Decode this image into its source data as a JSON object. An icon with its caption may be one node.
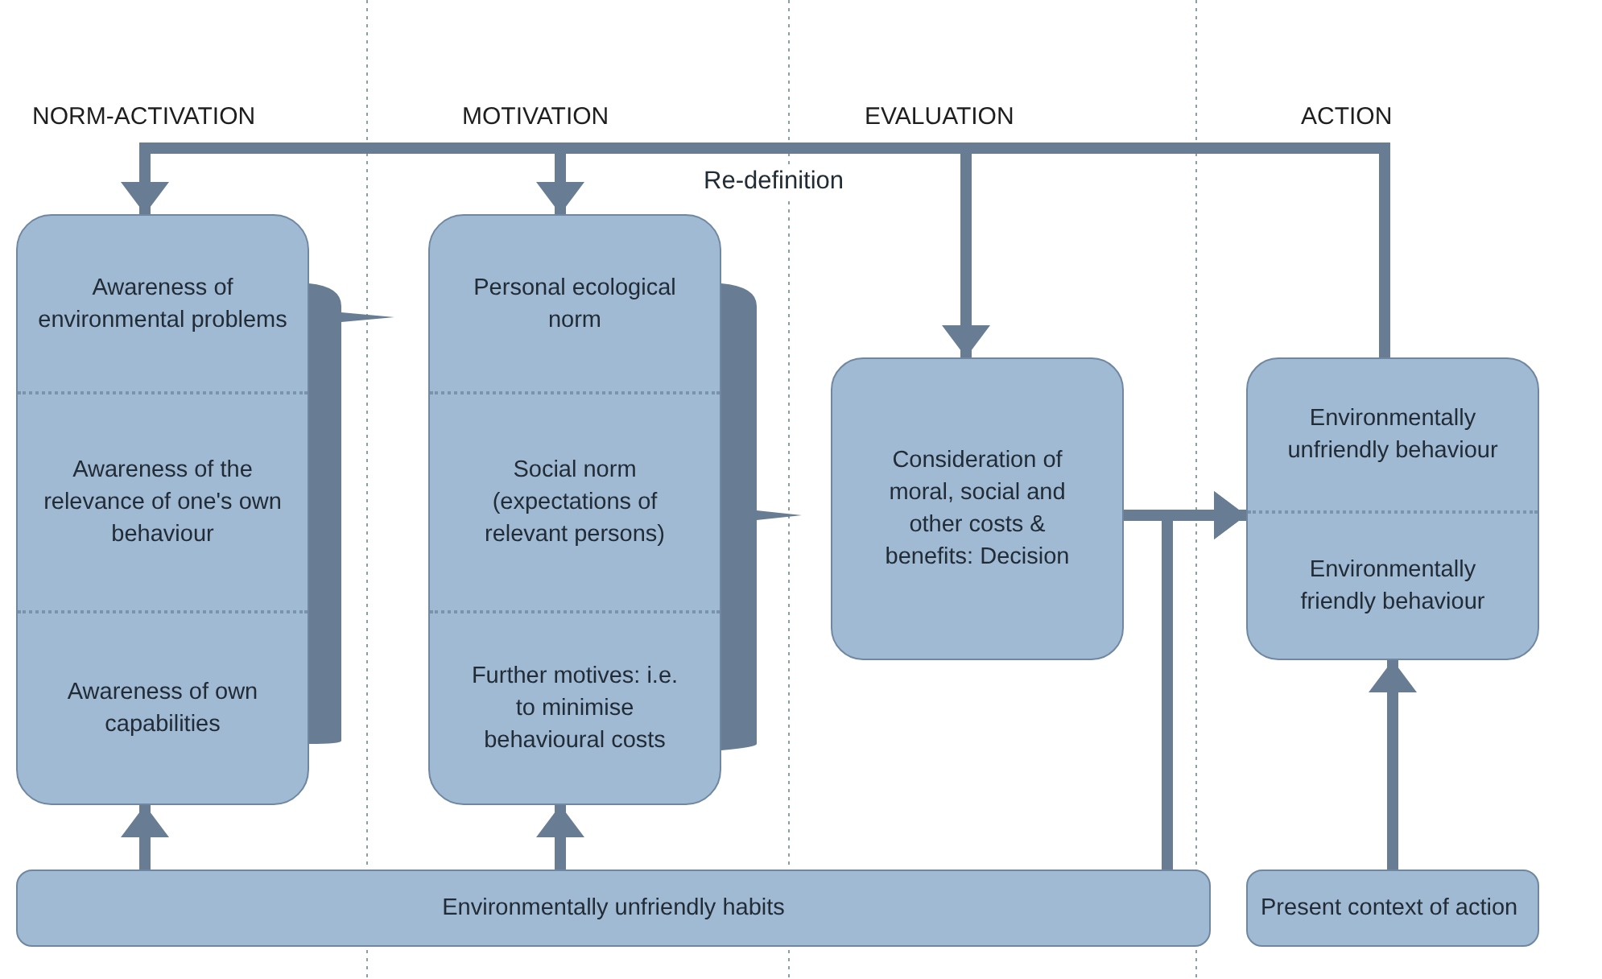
{
  "diagram": {
    "nodes": [
      {
        "text": [
          "Awareness of environmental problems",
          "Awareness of the relevance of one's own behaviour",
          "Awareness of own capabilities"
        ]
      },
      {
        "text": [
          "Personal ecological norm",
          "Social norm (expectations of relevant persons)",
          "Further motives: i.e. to minimise behavioural costs"
        ]
      },
      {
        "text": [
          "Consideration of moral, social and other costs & benefits: Decision"
        ]
      },
      {
        "text": [
          "Environmentally unfriendly behaviour",
          "Environmentally friendly behaviour"
        ]
      },
      {
        "text": [
          "Environmentally unfriendly habits"
        ]
      },
      {
        "text": [
          "Present context of action"
        ]
      },
      {
        "text": [],
        "shape": "bracket"
      },
      {
        "text": [],
        "shape": "bracket"
      }
    ],
    "edges": [
      {
        "from": 3,
        "to": 0,
        "arrow": "to"
      },
      {
        "from": 3,
        "to": 1,
        "arrow": "to",
        "label": "Re-definition"
      },
      {
        "from": 3,
        "to": 2,
        "arrow": "to"
      },
      {
        "from": 2,
        "to": 3,
        "arrow": "to"
      },
      {
        "from": 4,
        "to": 0,
        "arrow": "to"
      },
      {
        "from": 4,
        "to": 1,
        "arrow": "to"
      },
      {
        "from": 4,
        "to": 3,
        "arrow": "to"
      },
      {
        "from": 5,
        "to": 3,
        "arrow": "to"
      }
    ],
    "labels": [
      "NORM-ACTIVATION",
      "MOTIVATION",
      "EVALUATION",
      "ACTION"
    ]
  }
}
